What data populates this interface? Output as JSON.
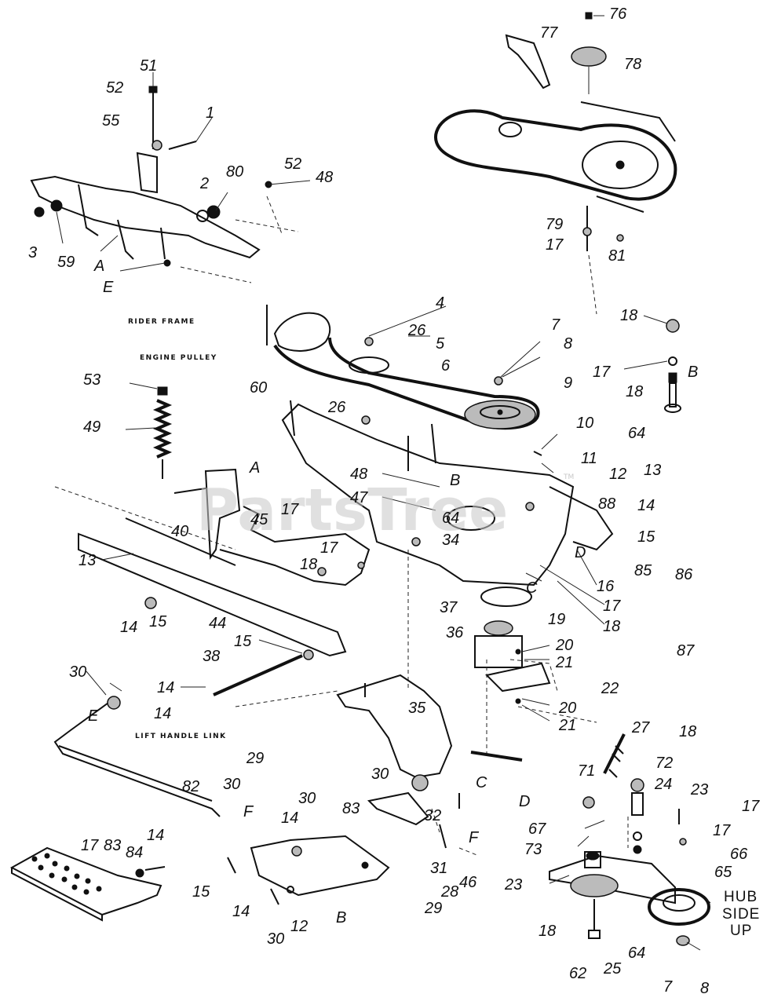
{
  "watermark": {
    "text": "PartsTree",
    "trademark": "TM"
  },
  "text_labels": {
    "rider_frame": "RIDER FRAME",
    "engine_pulley": "ENGINE PULLEY",
    "lift_handle_link": "LIFT HANDLE LINK",
    "hub_side_up_1": "HUB",
    "hub_side_up_2": "SIDE",
    "hub_side_up_3": "UP"
  },
  "callouts": [
    "51",
    "52",
    "55",
    "1",
    "2",
    "80",
    "52",
    "48",
    "3",
    "59",
    "A",
    "E",
    "77",
    "76",
    "78",
    "79",
    "17",
    "81",
    "4",
    "26",
    "5",
    "7",
    "8",
    "6",
    "9",
    "60",
    "18",
    "17",
    "B",
    "18",
    "64",
    "53",
    "49",
    "26",
    "10",
    "11",
    "12",
    "13",
    "B",
    "48",
    "47",
    "64",
    "34",
    "88",
    "14",
    "15",
    "D",
    "85",
    "86",
    "87",
    "16",
    "17",
    "18",
    "C",
    "A",
    "40",
    "45",
    "17",
    "18",
    "17",
    "13",
    "14",
    "15",
    "44",
    "37",
    "36",
    "19",
    "20",
    "21",
    "22",
    "20",
    "21",
    "15",
    "38",
    "14",
    "30",
    "14",
    "E",
    "35",
    "29",
    "30",
    "F",
    "82",
    "30",
    "14",
    "30",
    "32",
    "31",
    "29",
    "28",
    "46",
    "C",
    "D",
    "F",
    "83",
    "17",
    "83",
    "84",
    "14",
    "15",
    "14",
    "30",
    "12",
    "B",
    "27",
    "18",
    "71",
    "72",
    "24",
    "23",
    "17",
    "67",
    "73",
    "17",
    "66",
    "23",
    "65",
    "18",
    "64",
    "62",
    "25",
    "7",
    "8"
  ]
}
